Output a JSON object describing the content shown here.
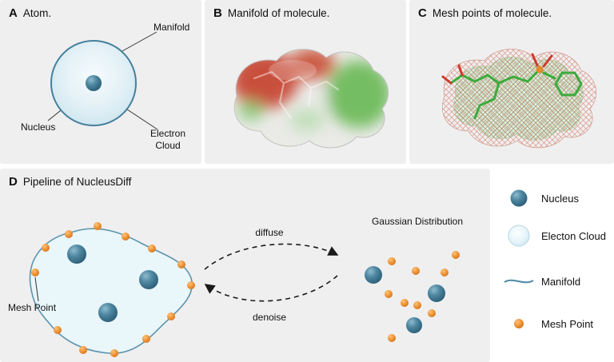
{
  "panels": {
    "a": {
      "letter": "A",
      "title": "Atom.",
      "labels": {
        "manifold": "Manifold",
        "nucleus": "Nucleus",
        "electron_cloud": "Electron Cloud"
      }
    },
    "b": {
      "letter": "B",
      "title": "Manifold of molecule."
    },
    "c": {
      "letter": "C",
      "title": "Mesh points of molecule."
    },
    "d": {
      "letter": "D",
      "title": "Pipeline of NucleusDiff",
      "labels": {
        "mesh_point": "Mesh Point",
        "diffuse": "diffuse",
        "denoise": "denoise",
        "gaussian_distribution": "Gaussian Distribution"
      }
    }
  },
  "legend": {
    "items": [
      {
        "icon": "nucleus-icon",
        "label": "Nucleus"
      },
      {
        "icon": "electron-cloud-icon",
        "label": "Electon Cloud"
      },
      {
        "icon": "manifold-icon",
        "label": "Manifold"
      },
      {
        "icon": "mesh-point-icon",
        "label": "Mesh Point"
      }
    ]
  },
  "colors": {
    "panel_bg": "#efeff0",
    "nucleus_teal": "#44819c",
    "mesh_point_orange": "#ef8f2a",
    "manifold_stroke": "#4f8aa6",
    "electron_cloud_fill": "#e4f2f8",
    "surface_red": "#c9503c",
    "surface_green": "#74bd62",
    "molecule_green": "#3cab3c",
    "arrow_black": "#1a1a1a"
  }
}
